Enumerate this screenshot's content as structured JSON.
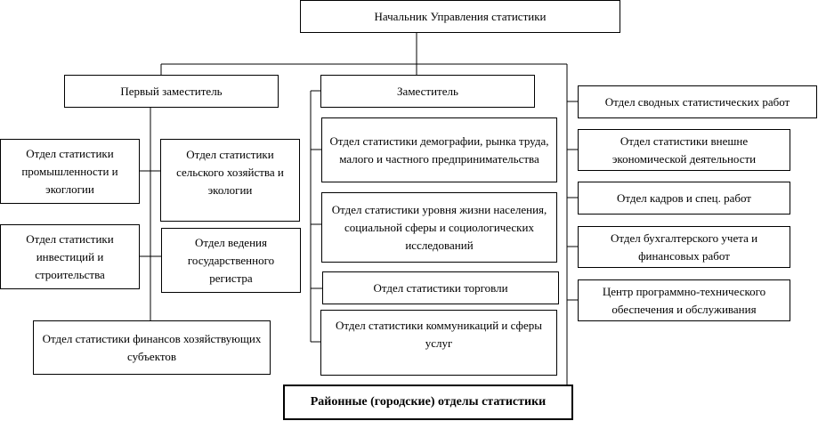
{
  "head": "Начальник Управления статистики",
  "first_deputy": {
    "title": "Первый заместитель",
    "departments": [
      "Отдел статистики промышленности и экоглогии",
      "Отдел статистики сельского хозяйства и экологии",
      "Отдел статистики инвестиций и строительства",
      "Отдел ведения государственного регистра",
      "Отдел статистики финансов хозяйствующих субъектов"
    ]
  },
  "deputy": {
    "title": "Заместитель",
    "departments": [
      "Отдел статистики демографии, рынка труда, малого и частного предпринимательства",
      "Отдел статистики уровня жизни населения, социальной сферы и социологических исследований",
      "Отдел статистики торговли",
      "Отдел статистики коммуникаций и сферы услуг"
    ]
  },
  "direct_departments": [
    "Отдел сводных статистических работ",
    "Отдел статистики внешне экономической деятельности",
    "Отдел кадров и спец. работ",
    "Отдел бухгалтерского учета и финансовых работ",
    "Центр программно-технического обеспечения и обслуживания"
  ],
  "district": "Районные (городские) отделы статистики"
}
